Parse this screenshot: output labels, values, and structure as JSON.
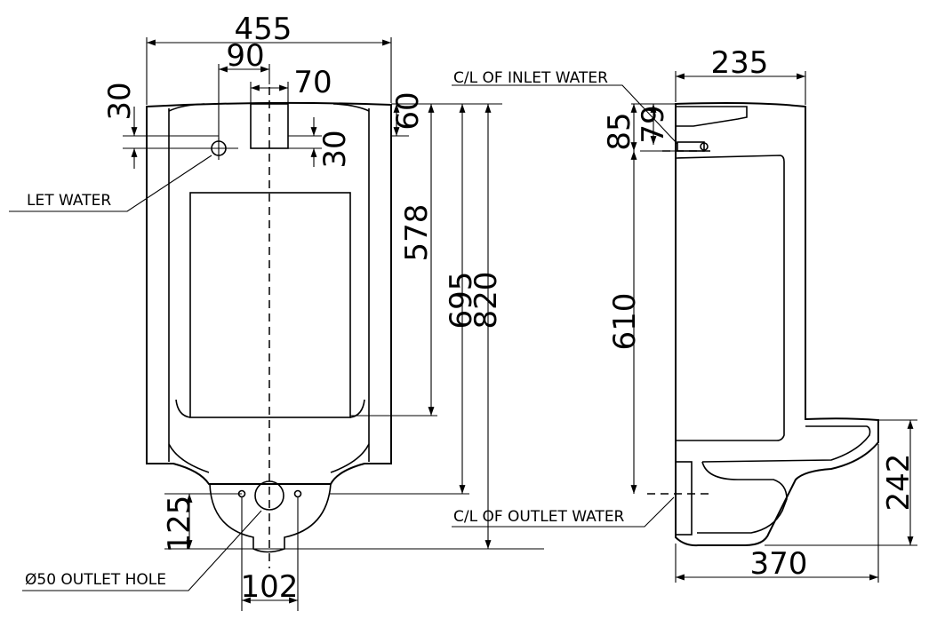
{
  "front_view": {
    "dimensions": {
      "overall_width": "455",
      "inlet_offset": "90",
      "inlet_width": "70",
      "top_30": "30",
      "side_30": "30",
      "top_60": "60",
      "height_578": "578",
      "height_695": "695",
      "height_820": "820",
      "outlet_height": "125",
      "outlet_spacing": "102"
    },
    "labels": {
      "inlet_water": "LET WATER",
      "outlet_hole": "Ø50 OUTLET HOLE"
    }
  },
  "side_view": {
    "dimensions": {
      "depth_top": "235",
      "inlet_85": "85",
      "inlet_79": "79",
      "height_610": "610",
      "bowl_height": "242",
      "bowl_depth": "370"
    },
    "labels": {
      "cl_inlet": "C/L OF INLET WATER",
      "cl_outlet": "C/L OF OUTLET WATER"
    }
  }
}
